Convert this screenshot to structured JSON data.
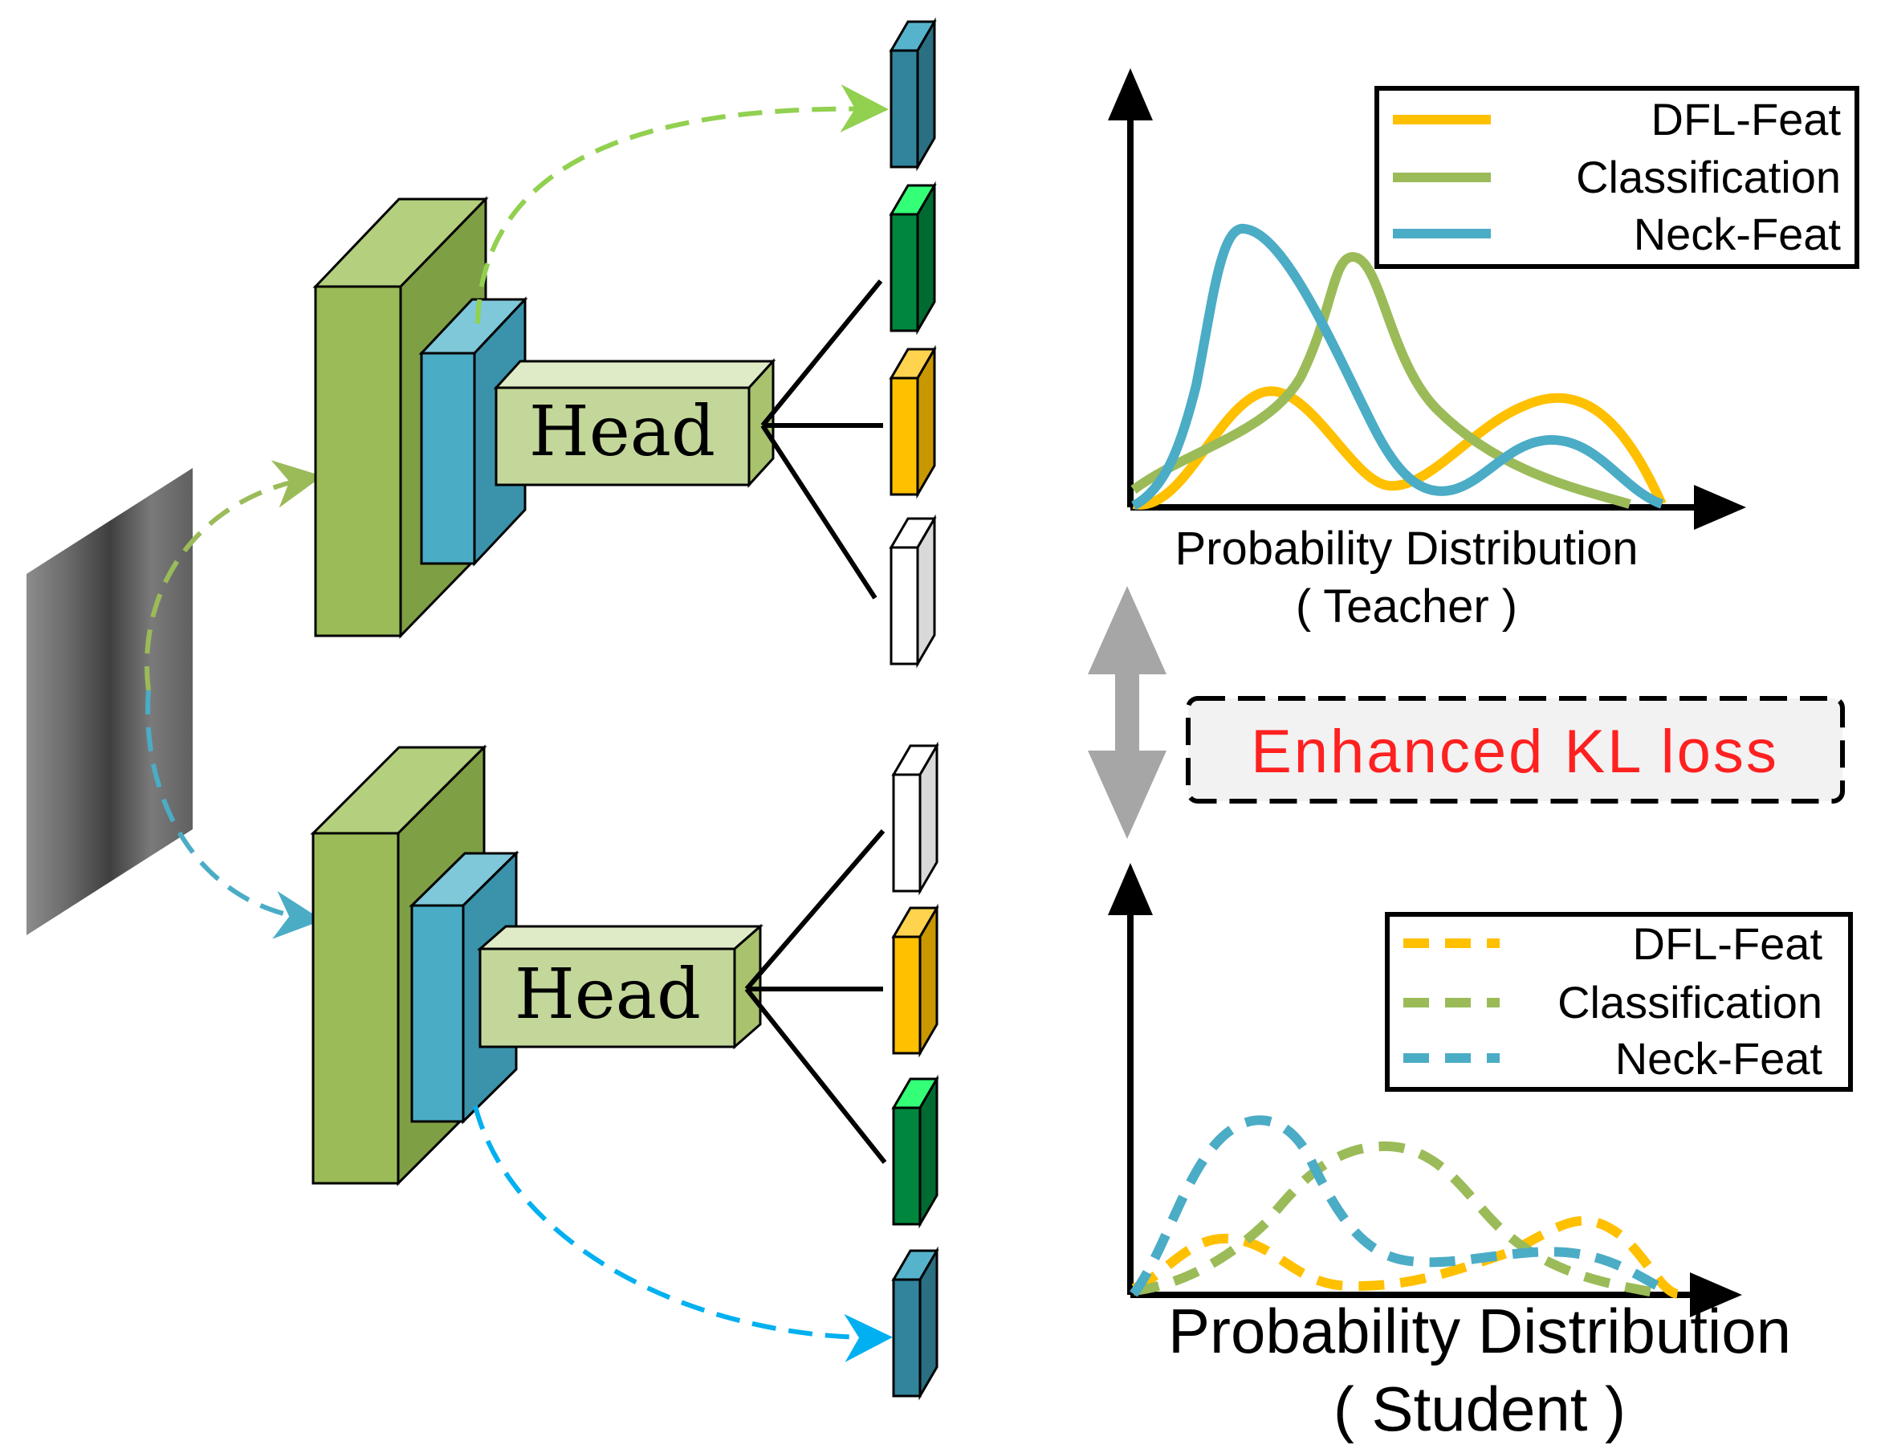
{
  "teacher": {
    "head_label": "Head",
    "axis_label": "Probability Distribution",
    "role_label": "( Teacher )"
  },
  "student": {
    "head_label": "Head",
    "axis_label": "Probability Distribution",
    "role_label": "( Student )"
  },
  "loss_label": "Enhanced KL loss",
  "legend_teacher": [
    {
      "name": "DFL-Feat",
      "color": "#FFC000",
      "style": "solid"
    },
    {
      "name": "Classification",
      "color": "#9BBB59",
      "style": "solid"
    },
    {
      "name": "Neck-Feat",
      "color": "#4BACC6",
      "style": "solid"
    }
  ],
  "legend_student": [
    {
      "name": "DFL-Feat",
      "color": "#FFC000",
      "style": "dashed"
    },
    {
      "name": "Classification",
      "color": "#9BBB59",
      "style": "dashed"
    },
    {
      "name": "Neck-Feat",
      "color": "#4BACC6",
      "style": "dashed"
    }
  ],
  "colors": {
    "backbone": "#9BBB59",
    "neck": "#4BACC6",
    "head": "#C4D79B",
    "cls_output": "#00863D",
    "dfl_output": "#FFC000",
    "neck_output": "#31849B",
    "loss_text": "#FF2020",
    "kl_arrow": "#A6A6A6"
  }
}
